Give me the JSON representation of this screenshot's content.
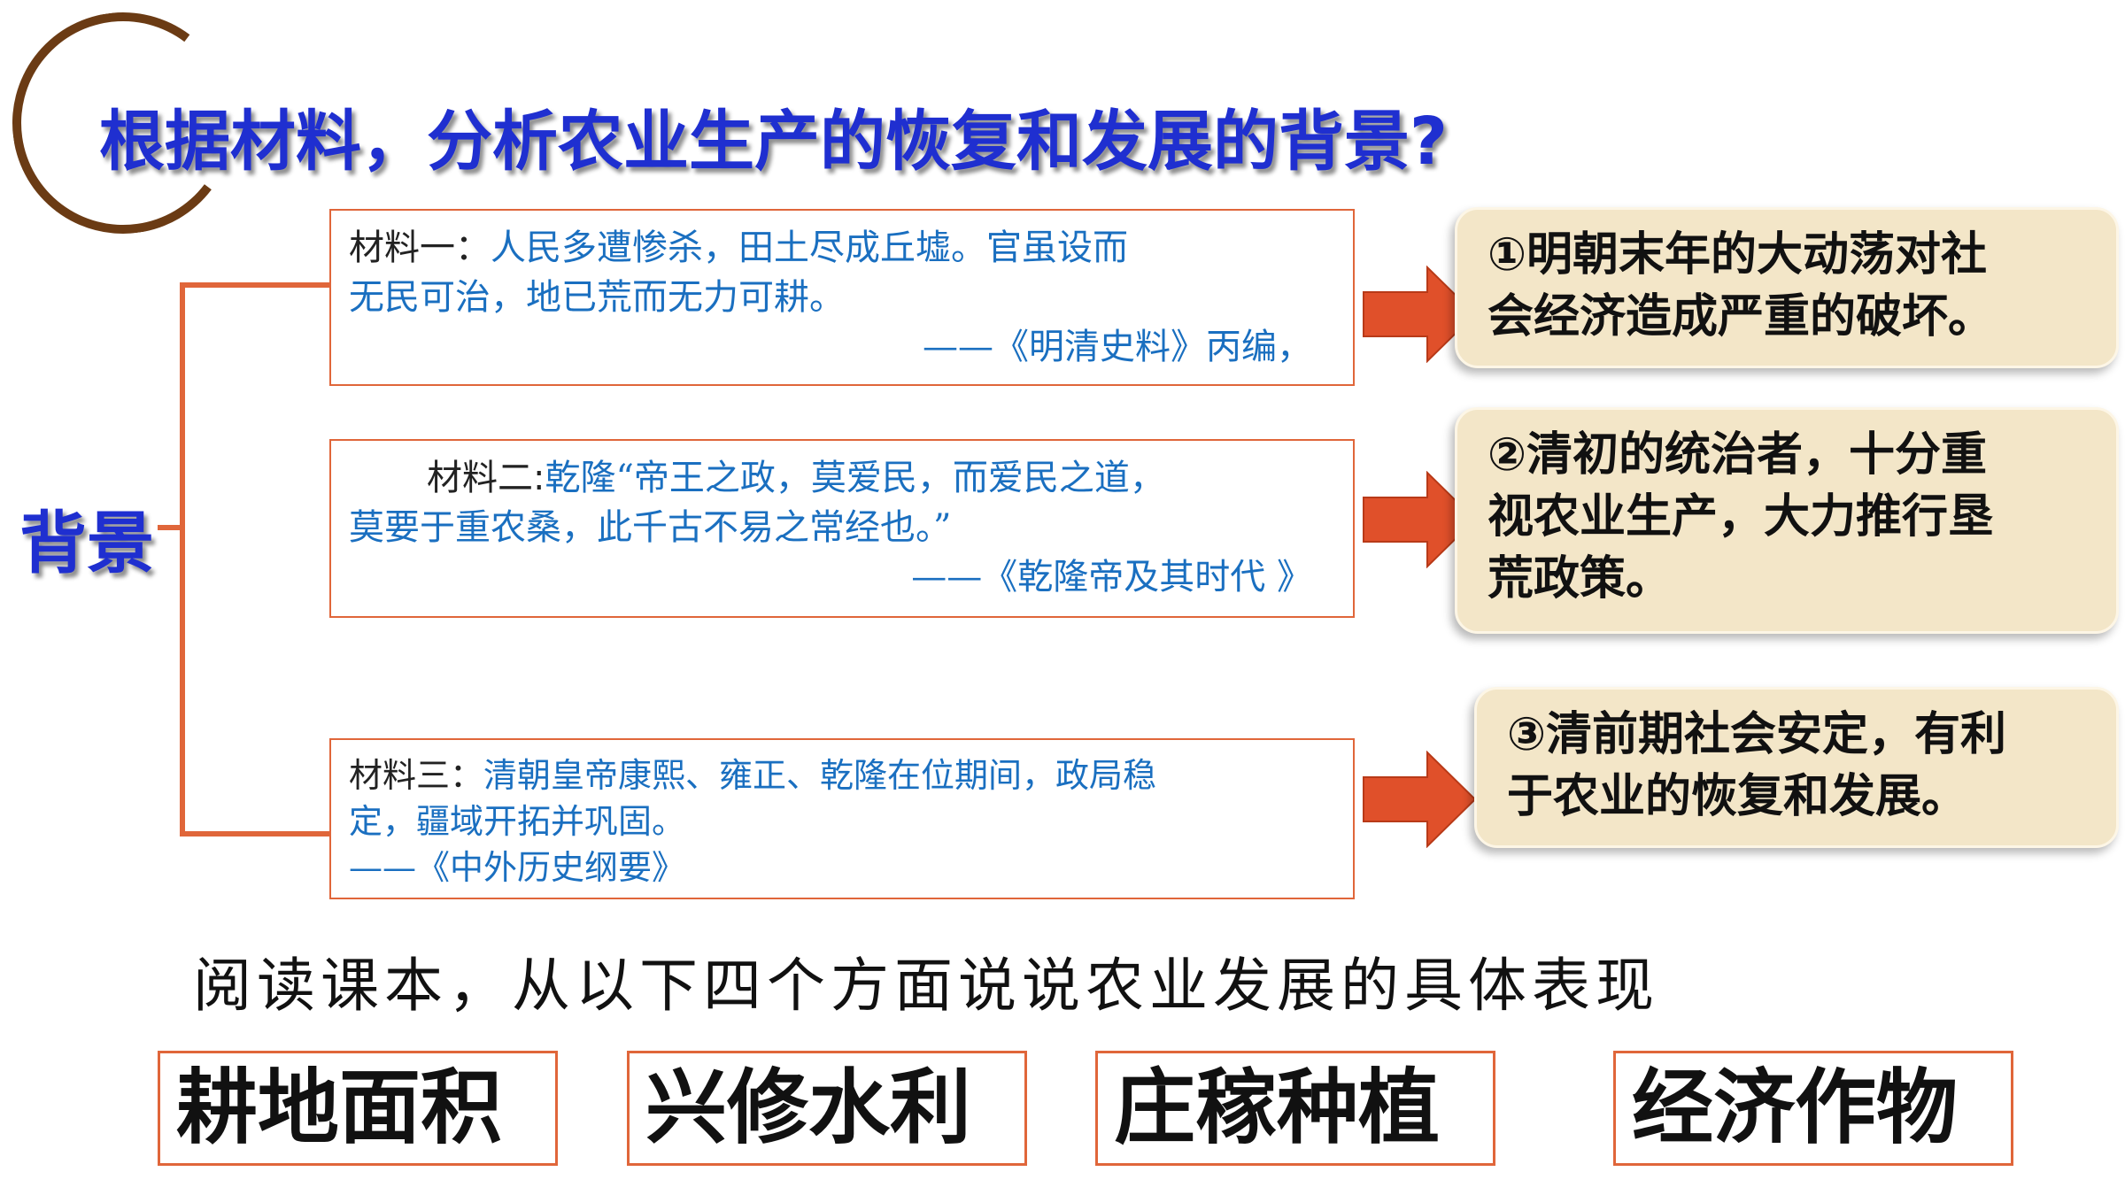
{
  "title": "根据材料，分析农业生产的恢复和发展的背景?",
  "background_label": "背景",
  "materials": [
    {
      "label": "材料一：",
      "lines": [
        "人民多遭惨杀，田土尽成丘墟。官虽设而",
        "无民可治，地已荒而无力可耕。"
      ],
      "source": "——《明清史料》丙编，"
    },
    {
      "label": "材料二:",
      "lines": [
        "乾隆“帝王之政，莫爱民，而爱民之道，",
        "莫要于重农桑，此千古不易之常经也。”"
      ],
      "source": "——《乾隆帝及其时代 》"
    },
    {
      "label": "材料三：",
      "lines": [
        "清朝皇帝康熙、雍正、乾隆在位期间，政局稳",
        "定，疆域开拓并巩固。"
      ],
      "source": "——《中外历史纲要》"
    }
  ],
  "conclusions": [
    {
      "lines": [
        "①明朝末年的大动荡对社",
        "会经济造成严重的破坏。"
      ]
    },
    {
      "lines": [
        "②清初的统治者，十分重",
        "视农业生产，大力推行垦",
        "荒政策。"
      ]
    },
    {
      "lines": [
        "③清前期社会安定，有利",
        "于农业的恢复和发展。"
      ]
    }
  ],
  "prompt": "阅读课本，从以下四个方面说说农业发展的具体表现",
  "aspects": [
    "耕地面积",
    "兴修水利",
    "庄稼种植",
    "经济作物"
  ],
  "colors": {
    "title_blue": "#1f2fd0",
    "quote_blue": "#1a6fc0",
    "accent_orange": "#e0663a",
    "arrow_fill": "#e0502a",
    "conclusion_bg": "#f3e6c8",
    "arc_brown": "#6b3b14"
  }
}
